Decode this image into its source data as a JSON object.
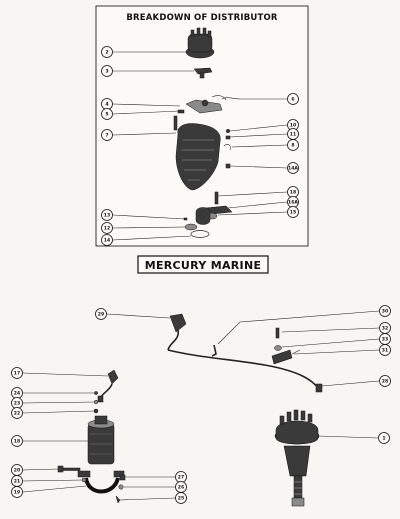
{
  "diagram": {
    "title": "BREAKDOWN OF DISTRIBUTOR",
    "brand": "MERCURY MARINE"
  },
  "callouts": [
    {
      "id": "c2",
      "label": "2"
    },
    {
      "id": "c3",
      "label": "3"
    },
    {
      "id": "c4",
      "label": "4"
    },
    {
      "id": "c5",
      "label": "5"
    },
    {
      "id": "c7",
      "label": "7"
    },
    {
      "id": "c6",
      "label": "6"
    },
    {
      "id": "c10",
      "label": "10"
    },
    {
      "id": "c11",
      "label": "11"
    },
    {
      "id": "c8",
      "label": "8"
    },
    {
      "id": "c14a",
      "label": "14A"
    },
    {
      "id": "c18",
      "label": "18"
    },
    {
      "id": "c16a",
      "label": "16A"
    },
    {
      "id": "c15",
      "label": "15"
    },
    {
      "id": "c13",
      "label": "13"
    },
    {
      "id": "c12",
      "label": "12"
    },
    {
      "id": "c14",
      "label": "14"
    },
    {
      "id": "c29",
      "label": "29"
    },
    {
      "id": "c30",
      "label": "30"
    },
    {
      "id": "c32",
      "label": "32"
    },
    {
      "id": "c33",
      "label": "33"
    },
    {
      "id": "c31",
      "label": "31"
    },
    {
      "id": "c28",
      "label": "28"
    },
    {
      "id": "c17",
      "label": "17"
    },
    {
      "id": "c24",
      "label": "24"
    },
    {
      "id": "c23",
      "label": "23"
    },
    {
      "id": "c22",
      "label": "22"
    },
    {
      "id": "c18b",
      "label": "18"
    },
    {
      "id": "c1",
      "label": "1"
    },
    {
      "id": "c20",
      "label": "20"
    },
    {
      "id": "c21b",
      "label": "21"
    },
    {
      "id": "c19",
      "label": "19"
    },
    {
      "id": "c27",
      "label": "27"
    },
    {
      "id": "c26",
      "label": "26"
    },
    {
      "id": "c25",
      "label": "25"
    }
  ]
}
